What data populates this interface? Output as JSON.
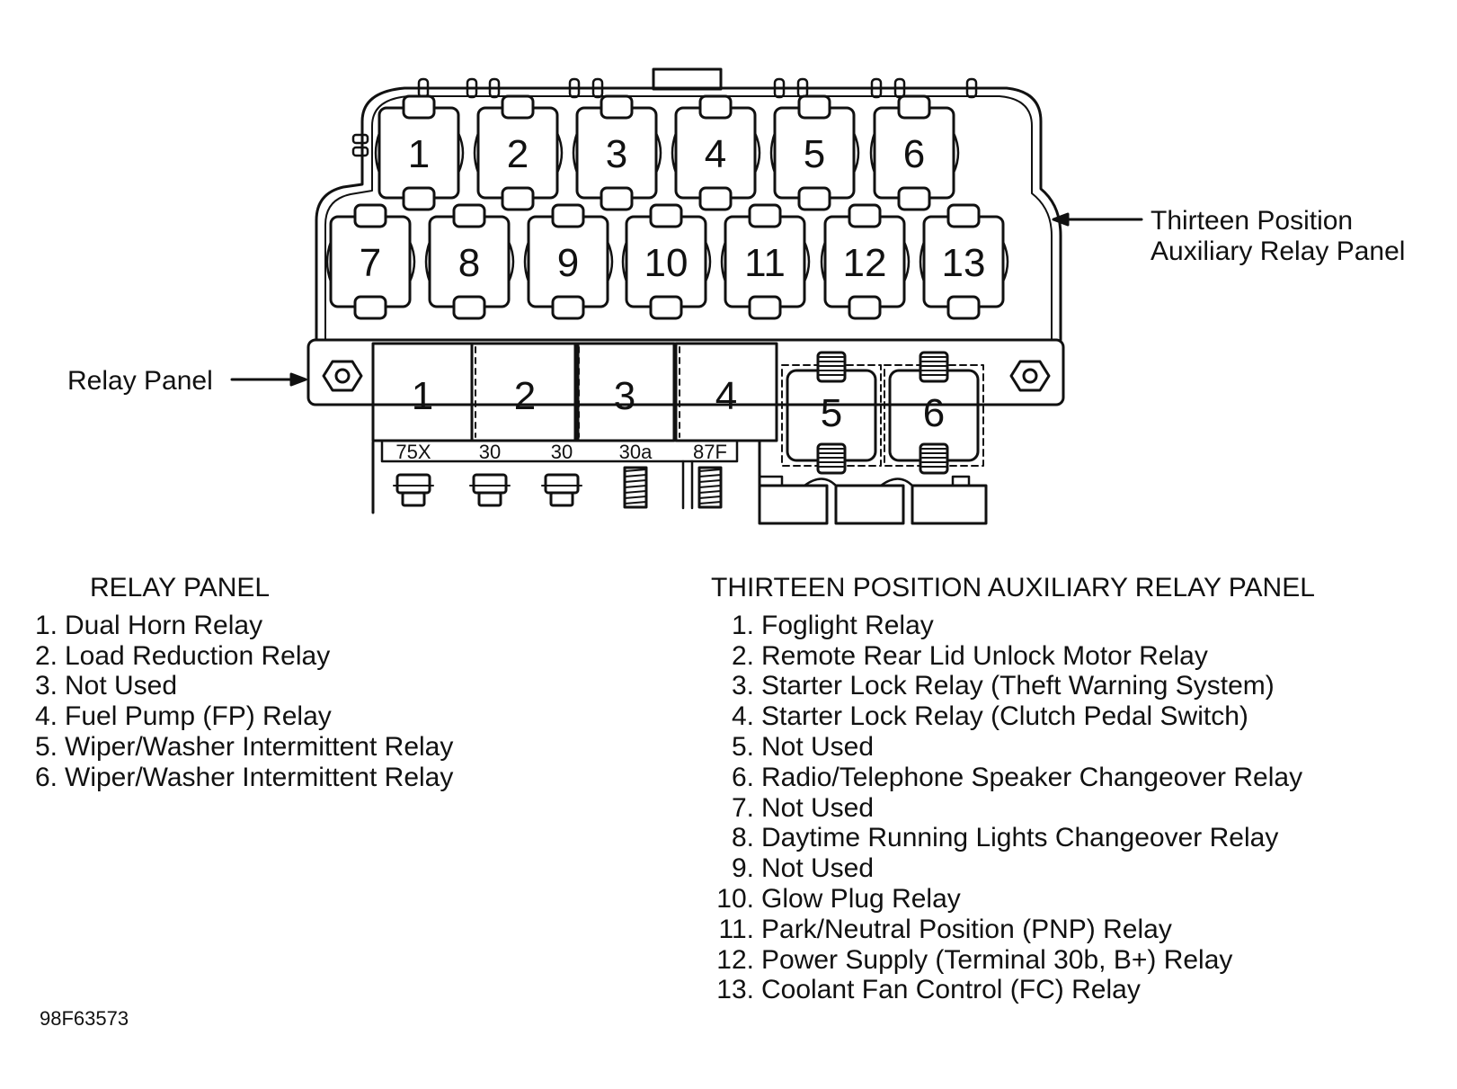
{
  "diagram": {
    "callouts": {
      "aux_panel_line1": "Thirteen Position",
      "aux_panel_line2": "Auxiliary Relay Panel",
      "relay_panel": "Relay Panel"
    },
    "aux_positions": [
      "1",
      "2",
      "3",
      "4",
      "5",
      "6",
      "7",
      "8",
      "9",
      "10",
      "11",
      "12",
      "13"
    ],
    "relay_positions": [
      "1",
      "2",
      "3",
      "4",
      "5",
      "6"
    ],
    "terminals": [
      "75X",
      "30",
      "30",
      "30a",
      "87F"
    ]
  },
  "relay_legend": {
    "title": "RELAY PANEL",
    "items": [
      {
        "n": "1.",
        "text": "Dual Horn Relay"
      },
      {
        "n": "2.",
        "text": "Load Reduction Relay"
      },
      {
        "n": "3.",
        "text": "Not Used"
      },
      {
        "n": "4.",
        "text": "Fuel Pump (FP) Relay"
      },
      {
        "n": "5.",
        "text": "Wiper/Washer Intermittent Relay"
      },
      {
        "n": "6.",
        "text": "Wiper/Washer Intermittent Relay"
      }
    ]
  },
  "aux_legend": {
    "title": "THIRTEEN POSITION AUXILIARY RELAY PANEL",
    "items": [
      {
        "n": "1.",
        "text": "Foglight Relay"
      },
      {
        "n": "2.",
        "text": "Remote Rear Lid Unlock Motor Relay"
      },
      {
        "n": "3.",
        "text": "Starter Lock Relay (Theft Warning System)"
      },
      {
        "n": "4.",
        "text": "Starter Lock Relay (Clutch Pedal Switch)"
      },
      {
        "n": "5.",
        "text": "Not Used"
      },
      {
        "n": "6.",
        "text": "Radio/Telephone Speaker Changeover Relay"
      },
      {
        "n": "7.",
        "text": "Not Used"
      },
      {
        "n": "8.",
        "text": "Daytime Running Lights Changeover Relay"
      },
      {
        "n": "9.",
        "text": "Not Used"
      },
      {
        "n": "10.",
        "text": "Glow Plug Relay"
      },
      {
        "n": "11.",
        "text": "Park/Neutral Position (PNP) Relay"
      },
      {
        "n": "12.",
        "text": "Power Supply (Terminal 30b, B+) Relay"
      },
      {
        "n": "13.",
        "text": "Coolant Fan Control (FC) Relay"
      }
    ]
  },
  "figure_code": "98F63573"
}
